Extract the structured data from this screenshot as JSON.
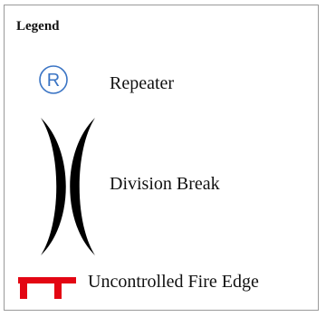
{
  "legend": {
    "title": "Legend",
    "entries": [
      {
        "label": "Repeater",
        "icon": "repeater-icon",
        "glyph": "R",
        "color": "#3a74c4"
      },
      {
        "label": "Division Break",
        "icon": "division-break-icon",
        "color": "#000000"
      },
      {
        "label": "Uncontrolled Fire Edge",
        "icon": "uncontrolled-fire-edge-icon",
        "color": "#e30613"
      }
    ]
  }
}
